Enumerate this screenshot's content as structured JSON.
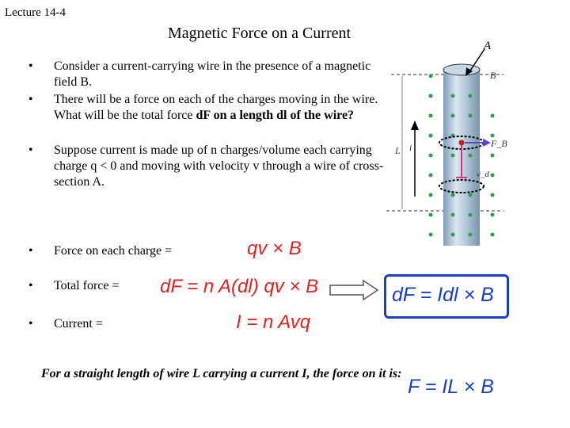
{
  "header": {
    "lecture": "Lecture 14-4",
    "title": "Magnetic Force on a Current"
  },
  "bullets": [
    "Consider a current-carrying wire in the presence of a magnetic field B.",
    "There will be a force on each of the charges moving in the wire. What will be the total force",
    "dF on a length dl of the wire?",
    "Suppose current is made up of n charges/volume each carrying charge q < 0 and moving with velocity v through a wire of cross-section A."
  ],
  "rows": {
    "force_each": "Force on each charge =",
    "total_force": "Total force =",
    "current": "Current ="
  },
  "equations": {
    "force_each": "qv × B",
    "total_force": "dF = n A(dl) qv × B",
    "current": "I = n Avq",
    "boxed": "dF = Idl × B",
    "final": "F = IL × B"
  },
  "footer": "For a straight length of wire L carrying a current I, the force on it is:",
  "figure": {
    "labels": [
      "A",
      "B",
      "F_B",
      "L",
      "i",
      "v_d"
    ]
  },
  "colors": {
    "equation": "#dd2222",
    "boxed": "#1a3fc4",
    "wire": "#9fb7cc"
  }
}
